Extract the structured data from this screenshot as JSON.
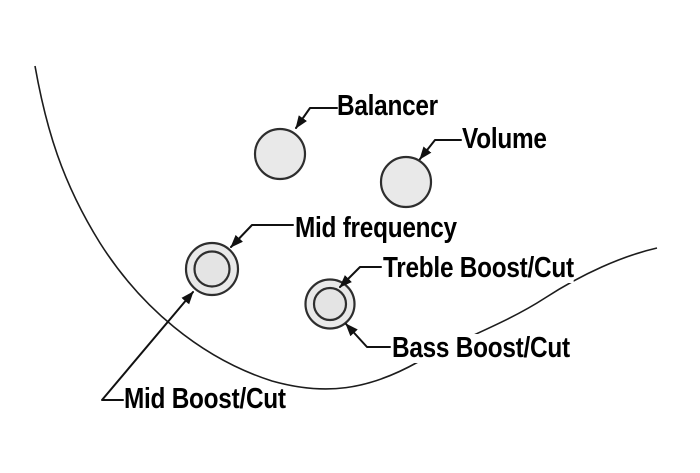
{
  "diagram": {
    "kind": "bass-guitar-control-layout",
    "background": "#ffffff"
  },
  "colors": {
    "knob_fill": "#e9e9e9",
    "knob_inner_fill": "#e4e4e4",
    "knob_stroke": "#2e2e2e",
    "line": "#111111",
    "text": "#000000"
  },
  "knobs": [
    {
      "id": "balancer",
      "label": "Balancer",
      "type": "single"
    },
    {
      "id": "volume",
      "label": "Volume",
      "type": "single"
    },
    {
      "id": "mid-frequency",
      "label": "Mid frequency",
      "type": "dual-concentric-top"
    },
    {
      "id": "treble-boost-cut",
      "label": "Treble Boost/Cut",
      "type": "dual-concentric-top"
    },
    {
      "id": "bass-boost-cut",
      "label": "Bass Boost/Cut",
      "type": "dual-concentric-bottom"
    },
    {
      "id": "mid-boost-cut",
      "label": "Mid Boost/Cut",
      "type": "dual-concentric-bottom"
    }
  ]
}
